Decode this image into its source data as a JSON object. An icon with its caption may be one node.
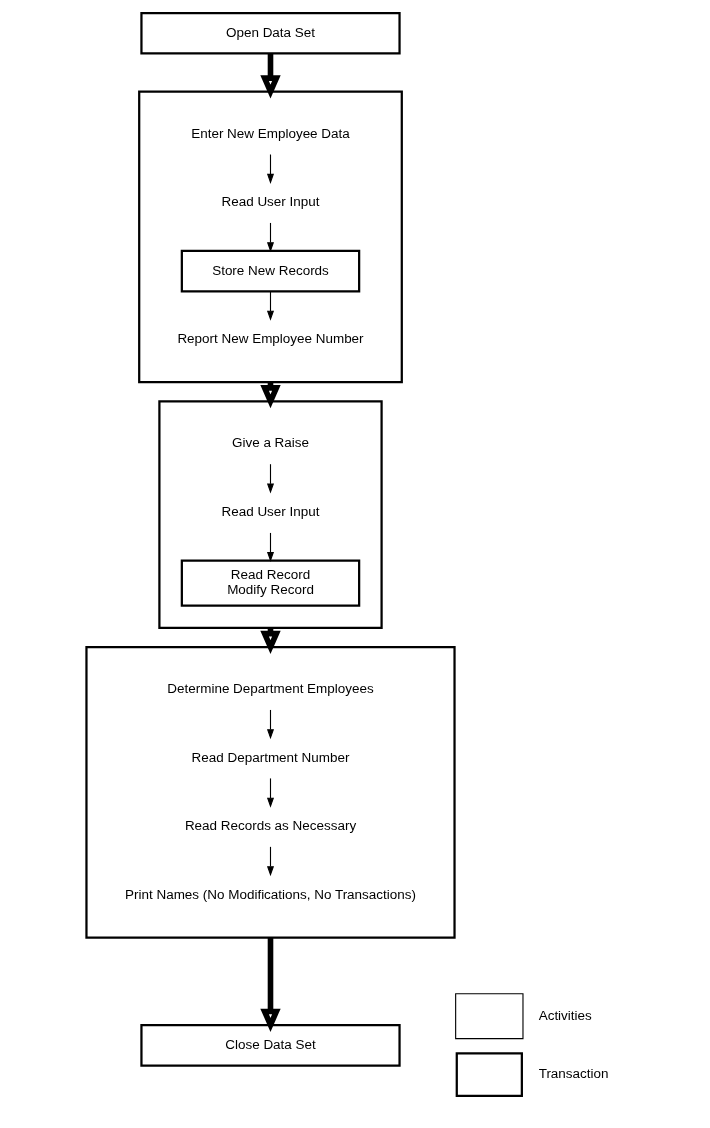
{
  "diagram": {
    "nodes": [
      {
        "text": [
          "Open Data Set"
        ]
      },
      {
        "text": [],
        "shape": "box"
      },
      {
        "text": [
          "Enter New Employee Data"
        ],
        "in": 1
      },
      {
        "text": [
          "Read User Input"
        ],
        "in": 1
      },
      {
        "text": [
          "Store New Records"
        ],
        "in": 1
      },
      {
        "text": [
          "Report New Employee Number"
        ],
        "in": 1
      },
      {
        "text": [],
        "shape": "box"
      },
      {
        "text": [
          "Give a Raise"
        ],
        "in": 6
      },
      {
        "text": [
          "Read User Input"
        ],
        "in": 6
      },
      {
        "text": [
          "Read Record",
          "Modify Record"
        ],
        "in": 6
      },
      {
        "text": [],
        "shape": "box"
      },
      {
        "text": [
          "Determine Department Employees"
        ],
        "in": 10
      },
      {
        "text": [
          "Read Department Number"
        ],
        "in": 10
      },
      {
        "text": [
          "Read Records as Necessary"
        ],
        "in": 10
      },
      {
        "text": [
          "Print Names (No Modifications, No Transactions)"
        ],
        "in": 10
      },
      {
        "text": [
          "Close Data Set"
        ]
      }
    ],
    "edges": [
      {
        "from": 0,
        "to": 1,
        "arrow": "to",
        "style": "thick"
      },
      {
        "from": 2,
        "to": 3,
        "arrow": "to"
      },
      {
        "from": 3,
        "to": 4,
        "arrow": "to"
      },
      {
        "from": 4,
        "to": 5,
        "arrow": "to"
      },
      {
        "from": 1,
        "to": 6,
        "arrow": "to",
        "style": "thick"
      },
      {
        "from": 7,
        "to": 8,
        "arrow": "to"
      },
      {
        "from": 8,
        "to": 9,
        "arrow": "to"
      },
      {
        "from": 6,
        "to": 10,
        "arrow": "to",
        "style": "thick"
      },
      {
        "from": 11,
        "to": 12,
        "arrow": "to"
      },
      {
        "from": 12,
        "to": 13,
        "arrow": "to"
      },
      {
        "from": 13,
        "to": 14,
        "arrow": "to"
      },
      {
        "from": 10,
        "to": 15,
        "arrow": "to",
        "style": "thick"
      }
    ],
    "legend": [
      {
        "text": "Activities"
      },
      {
        "text": "Transaction"
      }
    ]
  }
}
